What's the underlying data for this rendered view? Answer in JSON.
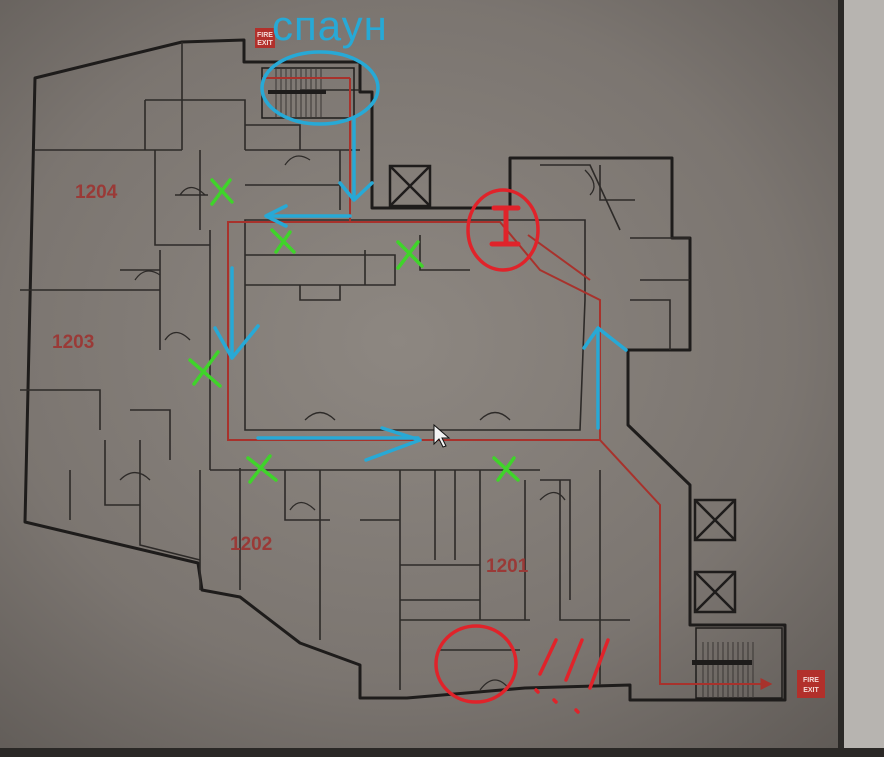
{
  "map": {
    "rooms": [
      {
        "id": "1204",
        "label": "1204"
      },
      {
        "id": "1203",
        "label": "1203"
      },
      {
        "id": "1202",
        "label": "1202"
      },
      {
        "id": "1201",
        "label": "1201"
      }
    ],
    "fire_exits": [
      {
        "line1": "FIRE",
        "line2": "EXIT"
      },
      {
        "line1": "FIRE",
        "line2": "EXIT"
      }
    ]
  },
  "annotations": {
    "spawn_label": "спаун",
    "alert_marks": "///",
    "item_marker": "I",
    "colors": {
      "route": "#27a9d6",
      "marker": "#e0232a",
      "cross": "#3fd42a",
      "wall": "#1e1c1b",
      "evac_path": "#a8322c"
    }
  }
}
